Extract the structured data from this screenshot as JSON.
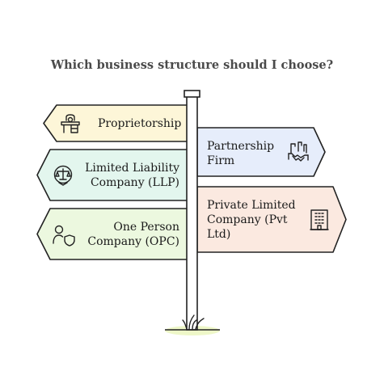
{
  "title": "Which business structure should I choose?",
  "signs": {
    "proprietorship": {
      "lines": [
        "Proprietorship"
      ],
      "icon": "desk-person-icon",
      "fill": "#fdf6d8"
    },
    "partnership": {
      "lines": [
        "Partnership",
        "Firm"
      ],
      "icon": "handshake-icon",
      "fill": "#e6edfb"
    },
    "llp": {
      "lines": [
        "Limited Liability",
        "Company (LLP)"
      ],
      "icon": "scales-icon",
      "fill": "#e3f6ee"
    },
    "pvt": {
      "lines": [
        "Private Limited",
        "Company (Pvt",
        "Ltd)"
      ],
      "icon": "office-building-icon",
      "fill": "#fbe9e0"
    },
    "opc": {
      "lines": [
        "One Person",
        "Company (OPC)"
      ],
      "icon": "person-shield-icon",
      "fill": "#ecf8df"
    }
  },
  "colors": {
    "stroke": "#222222",
    "pole": "#ffffff",
    "grass": "#eef7c8"
  }
}
